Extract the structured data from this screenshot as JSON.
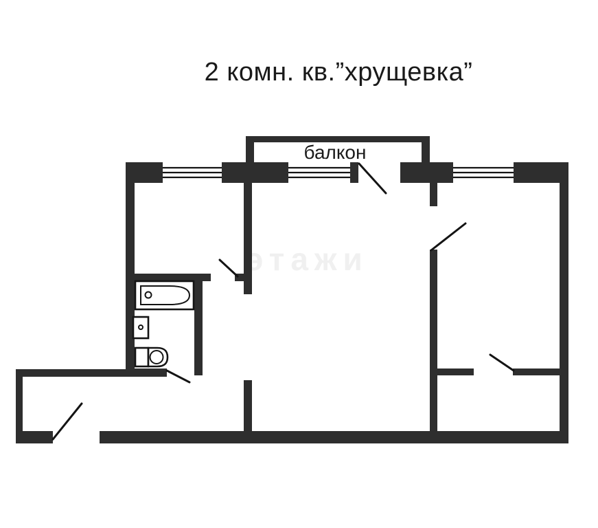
{
  "page": {
    "title": "2 комн. кв.”хрущевка”",
    "background": "#ffffff"
  },
  "plan": {
    "balcony_label": "балкон",
    "watermark": "этажи",
    "window_count": 3,
    "door_count": 6,
    "fixtures": [
      "bathtub",
      "sink",
      "toilet"
    ],
    "colors": {
      "wall": "#2e2e2e",
      "line": "#141414",
      "window": "#ffffff",
      "text": "#1a1a1a",
      "bg": "#ffffff",
      "watermark": "#dedede"
    }
  }
}
